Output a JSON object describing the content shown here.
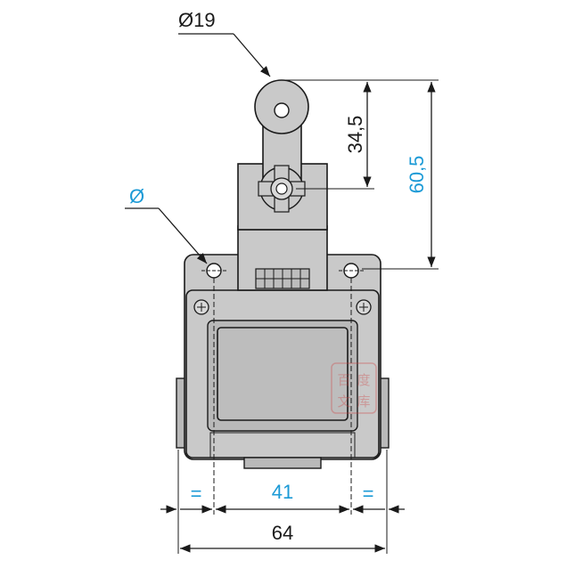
{
  "dimensions": {
    "roller_diameter": "Ø19",
    "roller_to_axis_height": "34,5",
    "roller_to_mount_height": "60,5",
    "mount_hole_diameter": "Ø",
    "hole_spacing": "41",
    "left_margin": "=",
    "right_margin": "=",
    "overall_width": "64"
  },
  "watermark": {
    "text": "百度文库"
  },
  "colors": {
    "dimension_black": "#1a1a1a",
    "dimension_blue": "#1b9ad6",
    "body_gray": "#c9c9c9"
  }
}
